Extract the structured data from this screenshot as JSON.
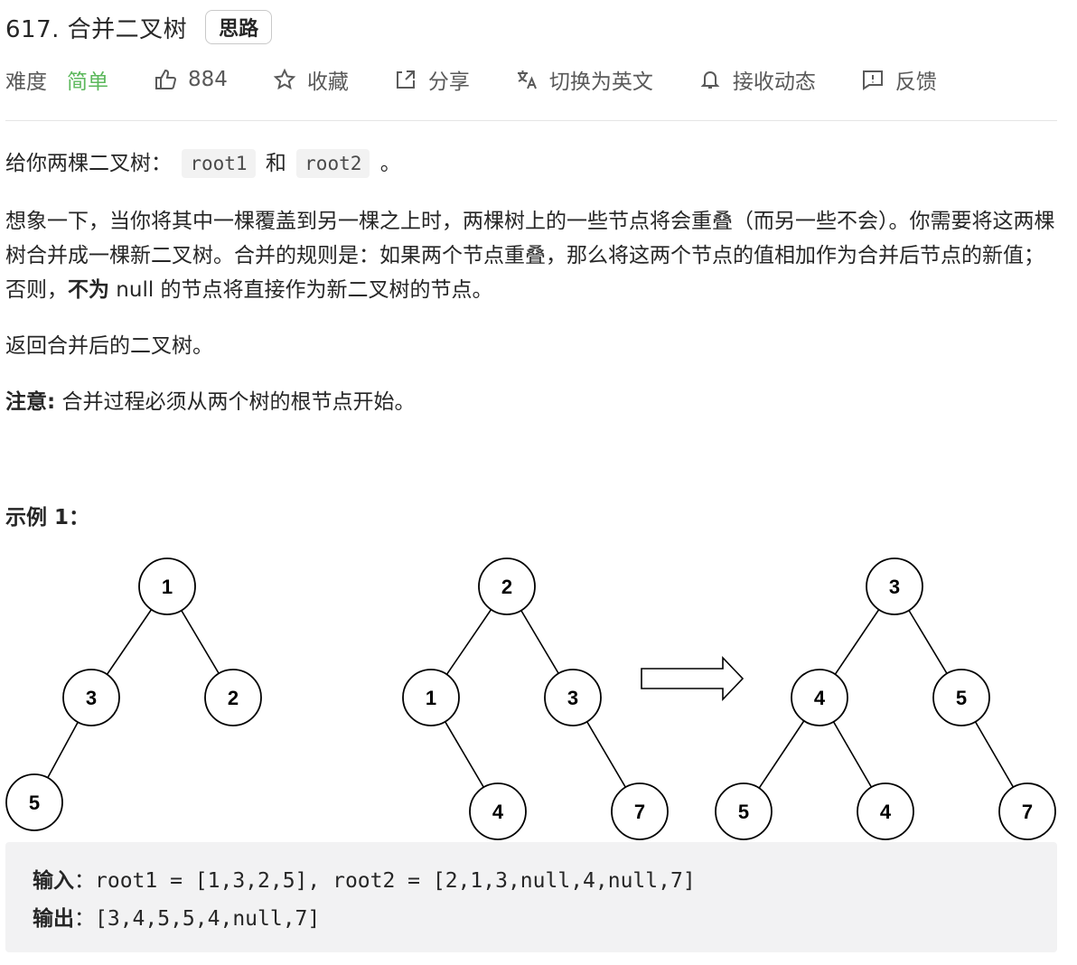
{
  "problem": {
    "title": "617. 合并二叉树",
    "tag": "思路"
  },
  "meta": {
    "difficulty_label": "难度",
    "difficulty_value": "简单",
    "likes": "884",
    "favorite": "收藏",
    "share": "分享",
    "switch_lang": "切换为英文",
    "subscribe": "接收动态",
    "feedback": "反馈",
    "difficulty_color": "#5cb85c"
  },
  "description": {
    "line1_prefix": "给你两棵二叉树：",
    "code1": "root1",
    "line1_mid": "和",
    "code2": "root2",
    "line1_suffix": "。",
    "para2_a": "想象一下，当你将其中一棵覆盖到另一棵之上时，两棵树上的一些节点将会重叠（而另一些不会）。你需要将这两棵树合并成一棵新二叉树。合并的规则是：如果两个节点重叠，那么将这两个节点的值相加作为合并后节点的新值；否则，",
    "para2_bold": "不为",
    "para2_b": " null 的节点将直接作为新二叉树的节点。",
    "para3": "返回合并后的二叉树。",
    "note_label": "注意:",
    "note_text": " 合并过程必须从两个树的根节点开始。"
  },
  "example": {
    "heading": "示例 1：",
    "trees": {
      "tree1": [
        "1",
        "3",
        "2",
        "5"
      ],
      "tree2": [
        "2",
        "1",
        "3",
        "4",
        "7"
      ],
      "merged": [
        "3",
        "4",
        "5",
        "5",
        "4",
        "7"
      ]
    },
    "input_label": "输入",
    "input_value": "：root1 = [1,3,2,5], root2 = [2,1,3,null,4,null,7]",
    "output_label": "输出",
    "output_value": "：[3,4,5,5,4,null,7]"
  }
}
